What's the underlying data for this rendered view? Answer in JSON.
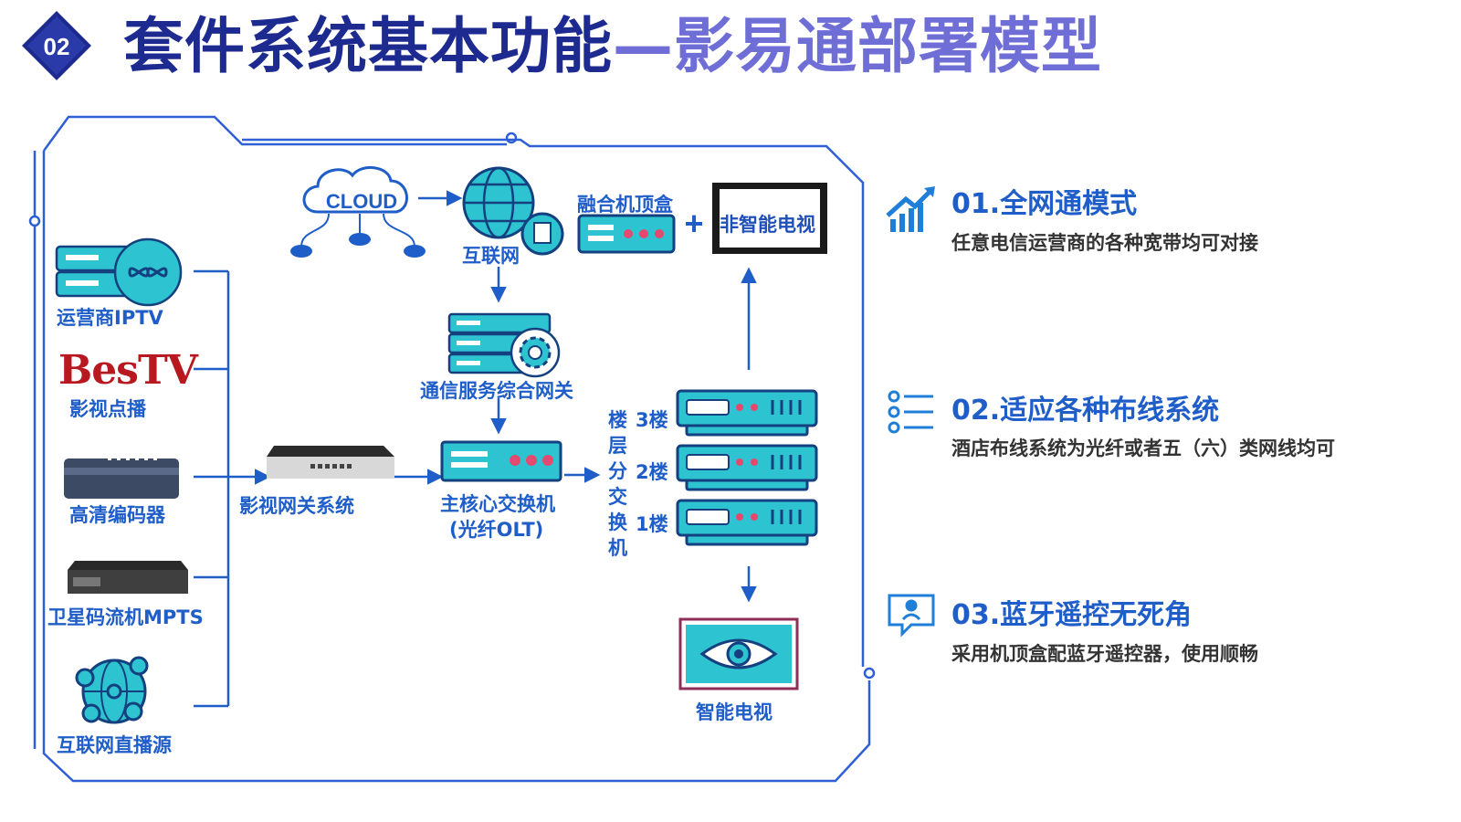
{
  "badge": {
    "number": "02"
  },
  "title": {
    "main": "套件系统基本功能",
    "sub": "—影易通部署模型"
  },
  "diagram": {
    "cloud": "CLOUD",
    "internet": "互联网",
    "fusion_stb": "融合机顶盒",
    "non_smart_tv": "非智能电视",
    "gateway": "通信服务综合网关",
    "core_switch_line1": "主核心交换机",
    "core_switch_line2": "(光纤OLT)",
    "floor_switch_label": [
      "楼",
      "层",
      "分",
      "交",
      "换",
      "机"
    ],
    "floors": [
      "3楼",
      "2楼",
      "1楼"
    ],
    "smart_tv": "智能电视",
    "video_gateway": "影视网关系统",
    "sources": [
      {
        "label": "运营商IPTV",
        "icon": "iptv-server-icon"
      },
      {
        "label": "影视点播",
        "logo": "BesTV"
      },
      {
        "label": "高清编码器",
        "icon": "encoder-icon"
      },
      {
        "label": "卫星码流机MPTS",
        "icon": "satellite-stream-icon"
      },
      {
        "label": "互联网直播源",
        "icon": "globe-network-icon"
      }
    ]
  },
  "features": [
    {
      "title": "01.全网通模式",
      "desc": "任意电信运营商的各种宽带均可对接",
      "icon": "chart-growth-icon"
    },
    {
      "title": "02.适应各种布线系统",
      "desc": "酒店布线系统为光纤或者五（六）类网线均可",
      "icon": "list-icon"
    },
    {
      "title": "03.蓝牙遥控无死角",
      "desc": "采用机顶盒配蓝牙遥控器，使用顺畅",
      "icon": "user-chat-icon"
    }
  ],
  "colors": {
    "accent_blue": "#1f5ec8",
    "cyan": "#2ec3d1",
    "title_navy": "#1d2a8f",
    "title_purple": "#6f6ed6",
    "bestv_red": "#b8181f"
  }
}
